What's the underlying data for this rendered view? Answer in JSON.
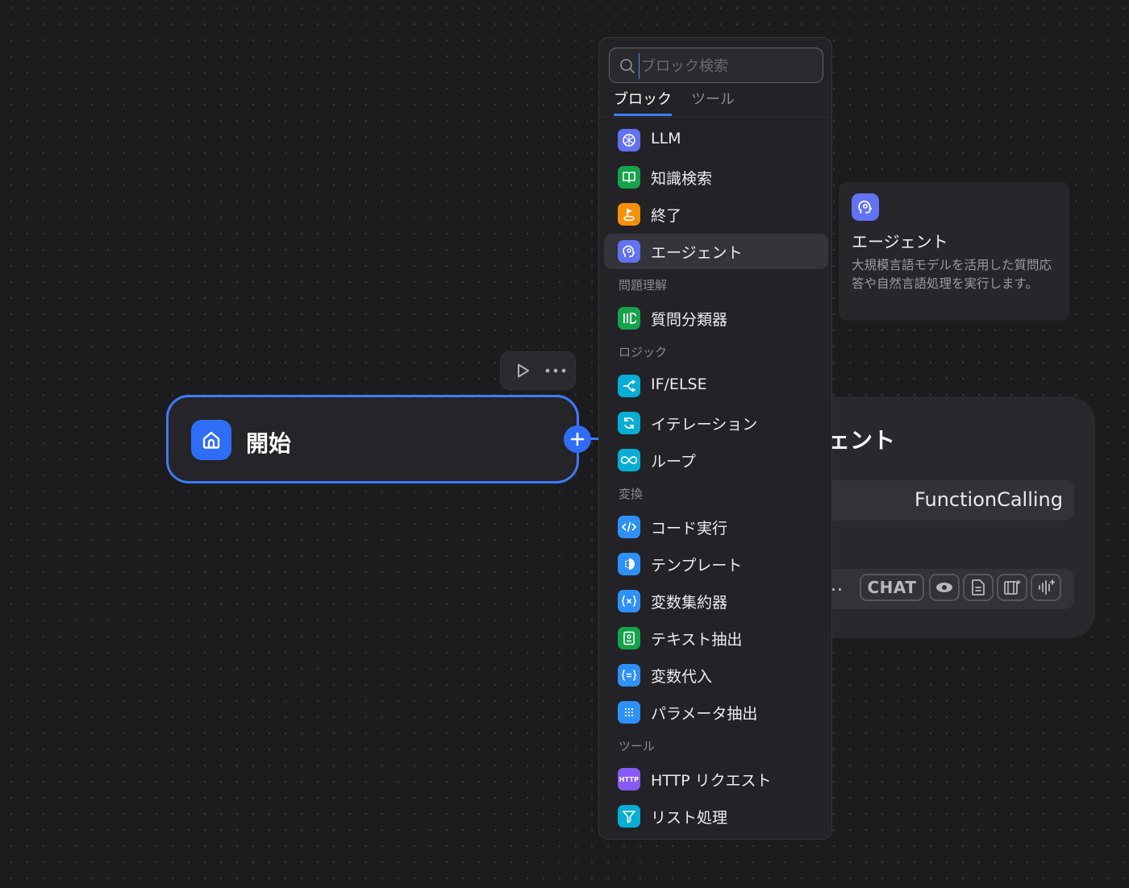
{
  "start_node": {
    "title": "開始"
  },
  "agent_node": {
    "title_fragment": "ェント",
    "strategy_value": "FunctionCalling",
    "model_ellipsis": "..",
    "capability_label": "CHAT"
  },
  "picker": {
    "search_placeholder": "ブロック検索",
    "tabs": [
      "ブロック",
      "ツール"
    ],
    "items": {
      "llm": "LLM",
      "knowledge": "知識検索",
      "end": "終了",
      "agent": "エージェント",
      "question_classifier": "質問分類器",
      "if_else": "IF/ELSE",
      "iteration": "イテレーション",
      "loop": "ループ",
      "code": "コード実行",
      "template": "テンプレート",
      "variable_aggregator": "変数集約器",
      "doc_extractor": "テキスト抽出",
      "variable_assigner": "変数代入",
      "parameter_extractor": "パラメータ抽出",
      "http_request": "HTTP リクエスト",
      "list_operator": "リスト処理"
    },
    "sections": {
      "question_understanding": "問題理解",
      "logic": "ロジック",
      "transform": "変換",
      "tools": "ツール"
    },
    "http_badge": "HTTP"
  },
  "tooltip": {
    "title": "エージェント",
    "description": "大規模言語モデルを活用した質問応答や自然言語処理を実行します。"
  },
  "colors": {
    "accent": "#3d7bff",
    "llm": "#6172f3",
    "green": "#15a34a",
    "orange": "#f79009",
    "cyan": "#06aed4",
    "blue": "#2e90fa",
    "violet": "#875bf7"
  }
}
